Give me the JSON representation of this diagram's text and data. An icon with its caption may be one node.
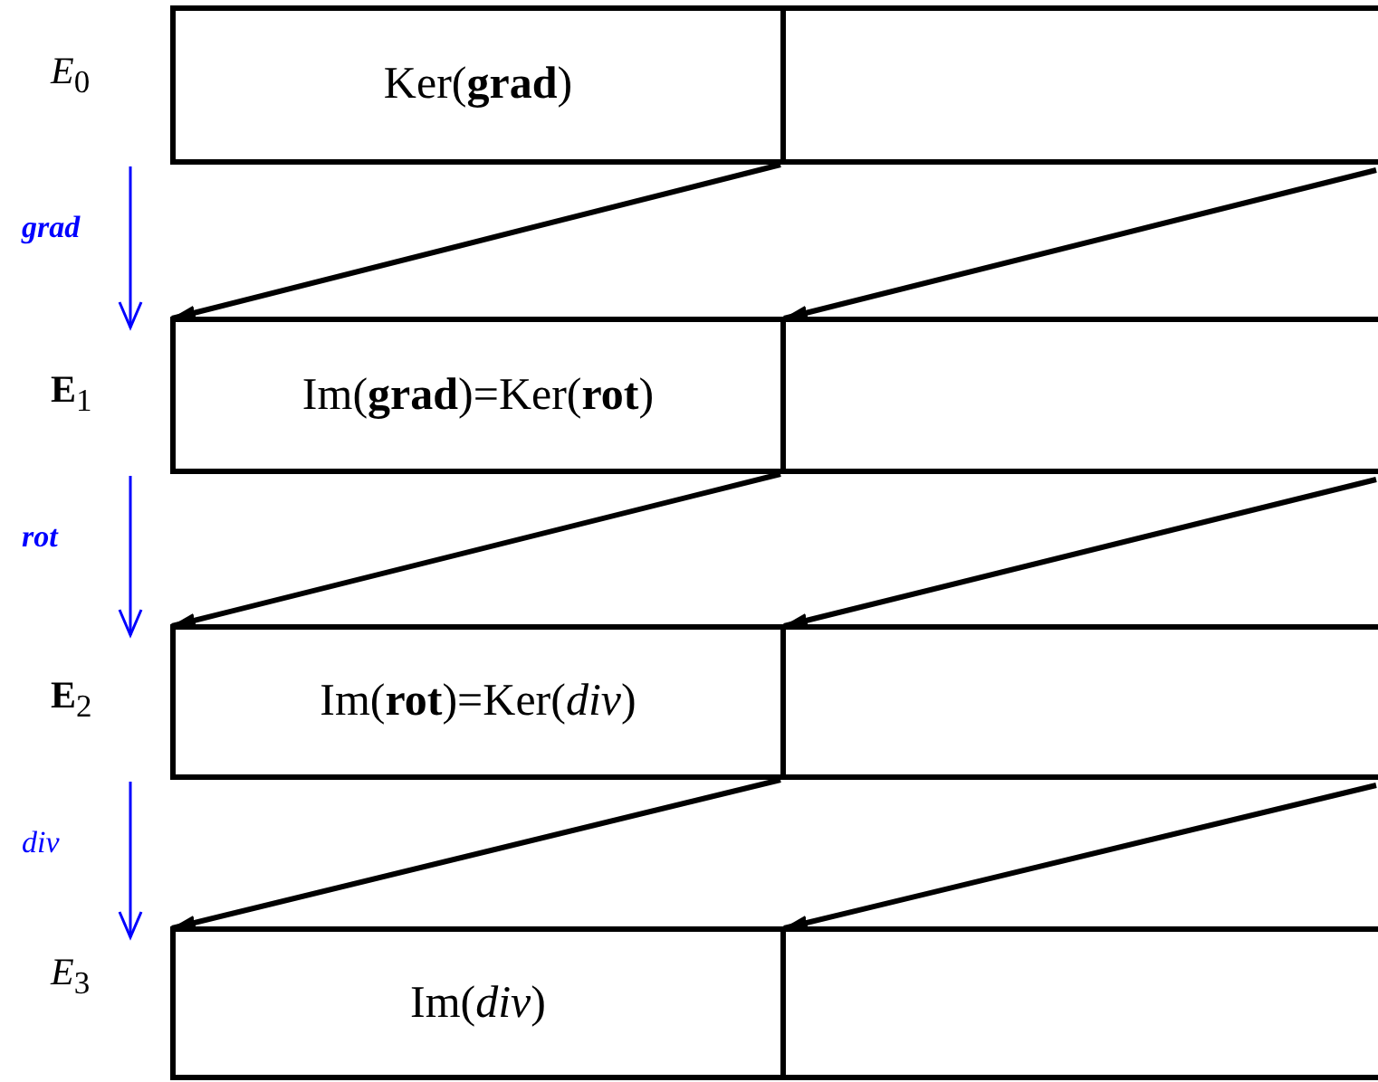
{
  "diagram": {
    "nodes": [
      {
        "text": [
          "Ker(**grad**)"
        ]
      },
      {
        "text": [],
        "shape": "box"
      },
      {
        "text": [
          "Im(**grad**)=Ker(**rot**)"
        ]
      },
      {
        "text": [],
        "shape": "box"
      },
      {
        "text": [
          "Im(**rot**)=Ker(*div*)"
        ]
      },
      {
        "text": [],
        "shape": "box"
      },
      {
        "text": [
          "Im(*div*)"
        ]
      },
      {
        "text": [],
        "shape": "box"
      }
    ],
    "edges": [
      {
        "from": 0,
        "to": 2,
        "arrow": "to"
      },
      {
        "from": 1,
        "to": 3,
        "arrow": "to"
      },
      {
        "from": 2,
        "to": 4,
        "arrow": "to"
      },
      {
        "from": 3,
        "to": 5,
        "arrow": "to"
      },
      {
        "from": 4,
        "to": 6,
        "arrow": "to"
      },
      {
        "from": 5,
        "to": 7,
        "arrow": "to"
      }
    ],
    "labels": [
      "*E*$_{0}$",
      "**grad**",
      "**E**$_{1}$",
      "**rot**",
      "**E**$_{2}$",
      "div",
      "*E*$_{3}$"
    ]
  }
}
